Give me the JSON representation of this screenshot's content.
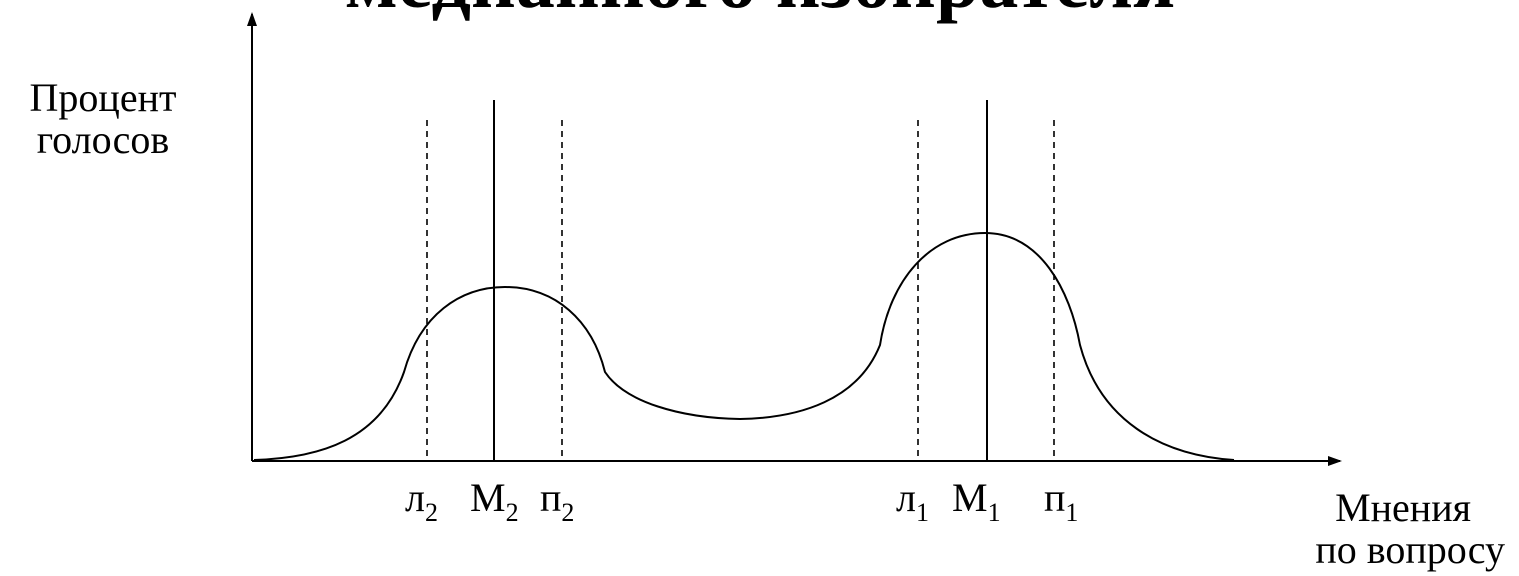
{
  "title": "медианного избирателя",
  "y_axis_label": {
    "line1": "Процент",
    "line2": "голосов"
  },
  "x_axis_label": {
    "line1": "Мнения",
    "line2": "по вопросу"
  },
  "markers": [
    {
      "letter": "л",
      "index": "2",
      "style": "dashed"
    },
    {
      "letter": "М",
      "index": "2",
      "style": "solid"
    },
    {
      "letter": "п",
      "index": "2",
      "style": "dashed"
    },
    {
      "letter": "л",
      "index": "1",
      "style": "dashed"
    },
    {
      "letter": "М",
      "index": "1",
      "style": "solid"
    },
    {
      "letter": "п",
      "index": "1",
      "style": "dashed"
    }
  ],
  "curve": {
    "shape": "bimodal distribution",
    "color": "#000000"
  }
}
